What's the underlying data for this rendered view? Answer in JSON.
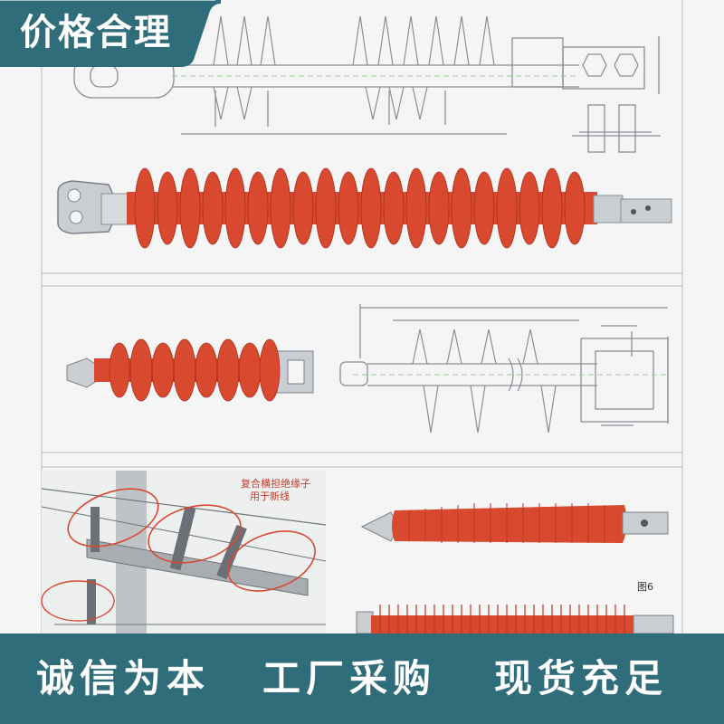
{
  "badge": {
    "text": "价格合理",
    "color": "#2f6d7a"
  },
  "footer": {
    "slogans": [
      "诚信为本",
      "工厂采购",
      "现货充足"
    ],
    "background": "#2f6d7a"
  },
  "annotation": {
    "line1": "复合横担绝缘子",
    "line2": "用于新线"
  },
  "figure_label": "图6",
  "colors": {
    "insulator_red": "#d9492f",
    "drawing_line": "#8a8f96",
    "metal": "#c9ced3"
  }
}
